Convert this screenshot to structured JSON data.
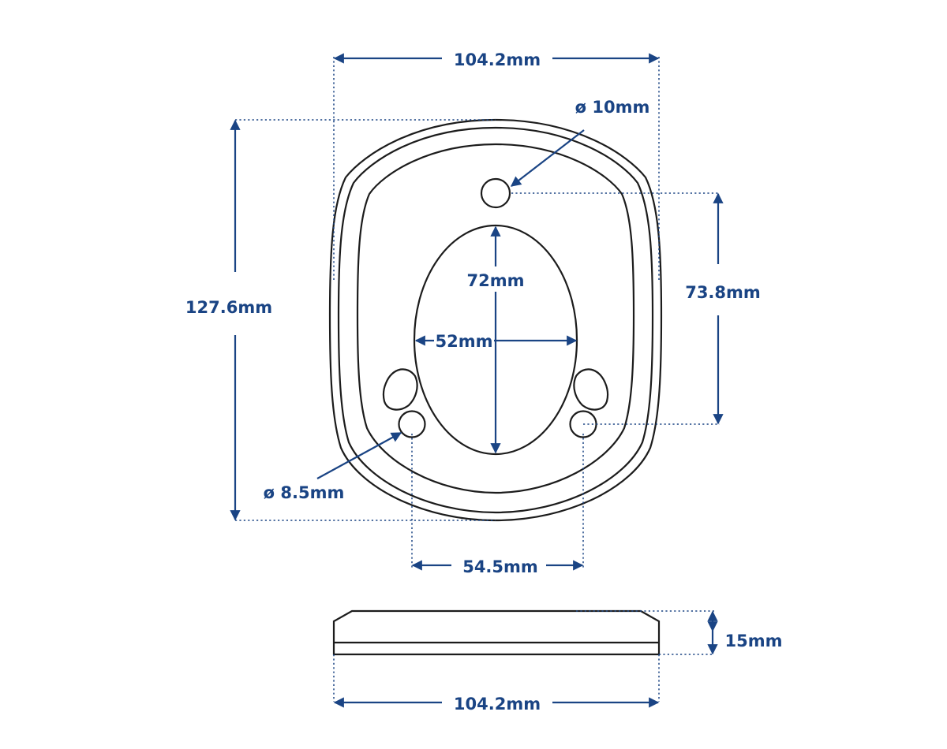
{
  "dimensions": {
    "top_width": "104.2mm",
    "height": "127.6mm",
    "top_hole_diameter": "ø 10mm",
    "hole_spacing_vertical": "73.8mm",
    "oval_height": "72mm",
    "oval_width": "52mm",
    "side_hole_diameter": "ø 8.5mm",
    "bottom_hole_spacing": "54.5mm",
    "thickness": "15mm",
    "side_width": "104.2mm"
  },
  "colors": {
    "dimension": "#1a4484",
    "outline": "#1c1c1c"
  }
}
